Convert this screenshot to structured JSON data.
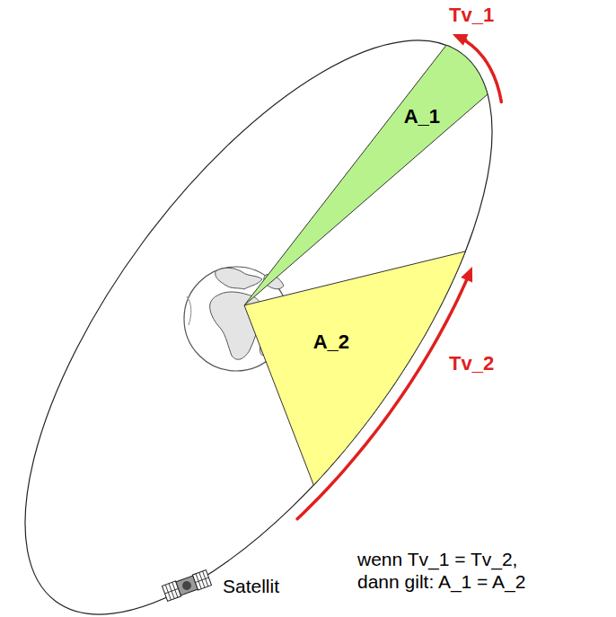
{
  "diagram": {
    "nodes": [
      {
        "text": [
          "A_1"
        ]
      },
      {
        "text": [
          "A_2"
        ]
      }
    ],
    "labels": [
      "Tv_1",
      "Tv_2",
      "Satellit",
      "wenn Tv_1 = Tv_2, dann gilt: A_1 = A_2"
    ]
  }
}
